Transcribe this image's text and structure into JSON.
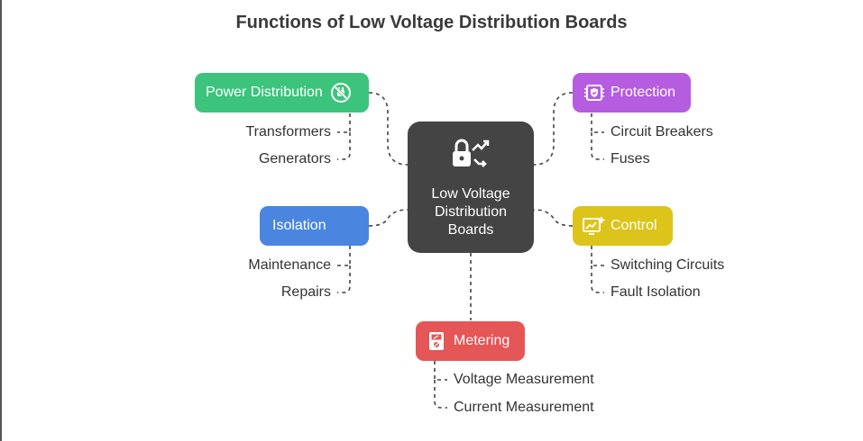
{
  "title": "Functions of Low Voltage Distribution Boards",
  "center": {
    "line1": "Low Voltage",
    "line2": "Distribution",
    "line3": "Boards",
    "icon": "lock-arrows-icon",
    "color": "#444444"
  },
  "branches": {
    "power": {
      "label": "Power Distribution",
      "color": "#3cc47c",
      "icon": "no-plug-icon",
      "items": [
        "Transformers",
        "Generators"
      ]
    },
    "isolation": {
      "label": "Isolation",
      "color": "#4a86e0",
      "items": [
        "Maintenance",
        "Repairs"
      ]
    },
    "protection": {
      "label": "Protection",
      "color": "#b55ce0",
      "icon": "shield-chip-icon",
      "items": [
        "Circuit Breakers",
        "Fuses"
      ]
    },
    "control": {
      "label": "Control",
      "color": "#dcc41a",
      "icon": "monitor-chart-icon",
      "items": [
        "Switching Circuits",
        "Fault Isolation"
      ]
    },
    "metering": {
      "label": "Metering",
      "color": "#e55656",
      "icon": "meter-icon",
      "items": [
        "Voltage Measurement",
        "Current Measurement"
      ]
    }
  }
}
